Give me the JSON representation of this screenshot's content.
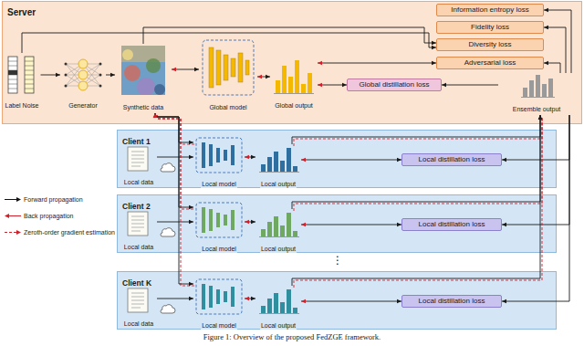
{
  "diagram": {
    "caption": "Figure 1: Overview of the proposed FedZGE framework.",
    "nodes": [
      {
        "text": [
          "Server"
        ]
      },
      {
        "text": [
          "Label Noise"
        ],
        "in": 0
      },
      {
        "text": [
          "Generator"
        ],
        "in": 0
      },
      {
        "text": [
          "Synthetic data"
        ],
        "in": 0
      },
      {
        "text": [
          "Global model"
        ],
        "in": 0
      },
      {
        "text": [
          "Global output"
        ],
        "in": 0
      },
      {
        "text": [
          "Information entropy loss"
        ],
        "in": 0
      },
      {
        "text": [
          "Fidelity loss"
        ],
        "in": 0
      },
      {
        "text": [
          "Diversity loss"
        ],
        "in": 0
      },
      {
        "text": [
          "Adversarial loss"
        ],
        "in": 0
      },
      {
        "text": [
          "Global distillation loss"
        ],
        "in": 0
      },
      {
        "text": [
          "Ensemble output"
        ],
        "in": 0
      },
      {
        "text": [
          "Client 1"
        ]
      },
      {
        "text": [
          "Local data"
        ],
        "in": 12
      },
      {
        "text": [
          "Local model"
        ],
        "in": 12
      },
      {
        "text": [
          "Local output"
        ],
        "in": 12
      },
      {
        "text": [
          "Local distillation loss"
        ],
        "in": 12
      },
      {
        "text": [
          "Client 2"
        ]
      },
      {
        "text": [
          "Local data"
        ],
        "in": 17
      },
      {
        "text": [
          "Local model"
        ],
        "in": 17
      },
      {
        "text": [
          "Local output"
        ],
        "in": 17
      },
      {
        "text": [
          "Local distillation loss"
        ],
        "in": 17
      },
      {
        "text": [
          "Client K"
        ]
      },
      {
        "text": [
          "Local data"
        ],
        "in": 22
      },
      {
        "text": [
          "Local model"
        ],
        "in": 22
      },
      {
        "text": [
          "Local output"
        ],
        "in": 22
      },
      {
        "text": [
          "Local distillation loss"
        ],
        "in": 22
      }
    ],
    "edges": [
      {
        "from": 1,
        "to": 2,
        "arrow": "to"
      },
      {
        "from": 2,
        "to": 3,
        "arrow": "to"
      },
      {
        "from": 3,
        "to": 4,
        "arrow": "both"
      },
      {
        "from": 4,
        "to": 5,
        "arrow": "both"
      },
      {
        "from": 5,
        "to": 9,
        "arrow": "both"
      },
      {
        "from": 5,
        "to": 10,
        "arrow": "both"
      },
      {
        "from": 11,
        "to": 9,
        "arrow": "to"
      },
      {
        "from": 11,
        "to": 10,
        "arrow": "to"
      },
      {
        "from": 11,
        "to": 6,
        "arrow": "to"
      },
      {
        "from": 11,
        "to": 7,
        "arrow": "to"
      },
      {
        "from": 1,
        "to": 8,
        "arrow": "to"
      },
      {
        "from": 3,
        "to": 8,
        "arrow": "to"
      },
      {
        "from": 3,
        "to": 14,
        "arrow": "both"
      },
      {
        "from": 13,
        "to": 14,
        "arrow": "to"
      },
      {
        "from": 14,
        "to": 15,
        "arrow": "both"
      },
      {
        "from": 15,
        "to": 16,
        "arrow": "both"
      },
      {
        "from": 15,
        "to": 11,
        "arrow": "to"
      },
      {
        "from": 11,
        "to": 16,
        "arrow": "to"
      },
      {
        "from": 3,
        "to": 19,
        "arrow": "both"
      },
      {
        "from": 18,
        "to": 19,
        "arrow": "to"
      },
      {
        "from": 19,
        "to": 20,
        "arrow": "both"
      },
      {
        "from": 20,
        "to": 21,
        "arrow": "both"
      },
      {
        "from": 20,
        "to": 11,
        "arrow": "to"
      },
      {
        "from": 11,
        "to": 21,
        "arrow": "to"
      },
      {
        "from": 3,
        "to": 24,
        "arrow": "both"
      },
      {
        "from": 23,
        "to": 24,
        "arrow": "to"
      },
      {
        "from": 24,
        "to": 25,
        "arrow": "both"
      },
      {
        "from": 25,
        "to": 26,
        "arrow": "both"
      },
      {
        "from": 25,
        "to": 11,
        "arrow": "to"
      },
      {
        "from": 11,
        "to": 26,
        "arrow": "to"
      }
    ],
    "labels": [
      "⋮"
    ],
    "legend": [
      {
        "text": "Forward propagation"
      },
      {
        "text": "Back propagation"
      },
      {
        "text": "Zeroth-order gradient estimation"
      }
    ]
  }
}
